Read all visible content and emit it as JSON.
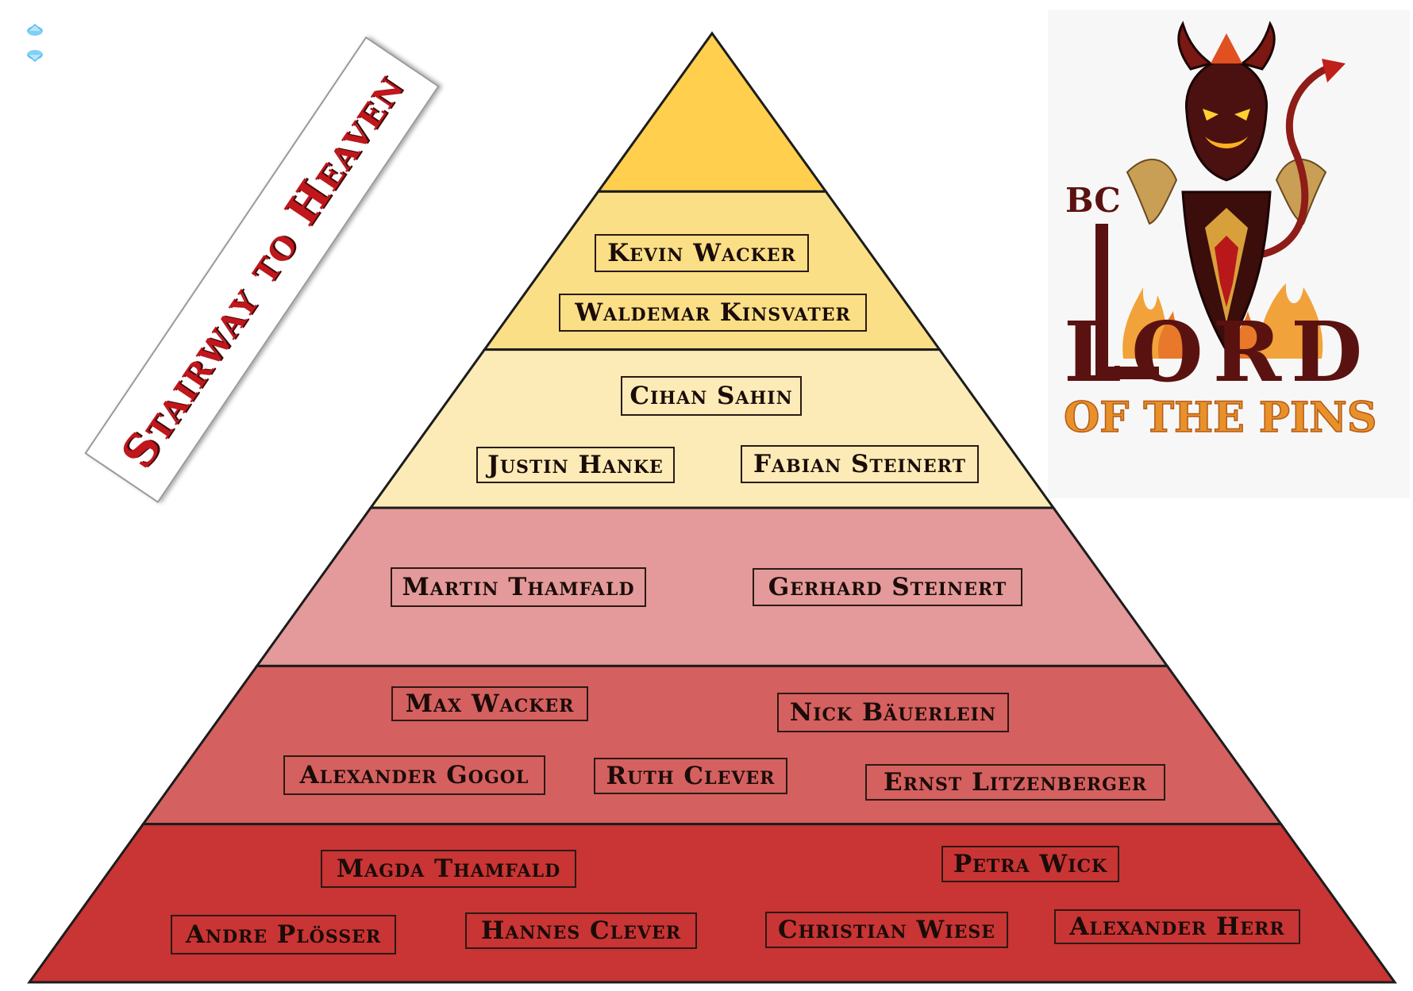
{
  "diagram": {
    "banner": "Stairway to Heaven",
    "tiers": [
      {
        "level": 1,
        "color": "#ffcf4d",
        "names": []
      },
      {
        "level": 2,
        "color": "#fbdf87",
        "names": [
          "Kevin Wacker",
          "Waldemar Kinsvater"
        ]
      },
      {
        "level": 3,
        "color": "#fdebb7",
        "names": [
          "Cihan Sahin",
          "Justin Hanke",
          "Fabian Steinert"
        ]
      },
      {
        "level": 4,
        "color": "#e49a9a",
        "names": [
          "Martin Thamfald",
          "Gerhard Steinert"
        ]
      },
      {
        "level": 5,
        "color": "#d56060",
        "names": [
          "Max Wacker",
          "Nick Bäuerlein",
          "Alexander Gogol",
          "Ruth Clever",
          "Ernst Litzenberger"
        ]
      },
      {
        "level": 6,
        "color": "#c93434",
        "names": [
          "Magda Thamfald",
          "Petra Wick",
          "Andre Plösser",
          "Hannes Clever",
          "Christian Wiese",
          "Alexander Herr"
        ]
      }
    ]
  },
  "logo": {
    "prefix": "BC",
    "title": "LORD",
    "subtitle": "OF THE PINS",
    "icon": "devil-mascot-icon",
    "colors": {
      "title": "#5a1210",
      "subtitle": "#e8902a",
      "flame": "#f2a23a"
    }
  },
  "icons": [
    "chevron-up-icon",
    "chevron-down-icon"
  ]
}
